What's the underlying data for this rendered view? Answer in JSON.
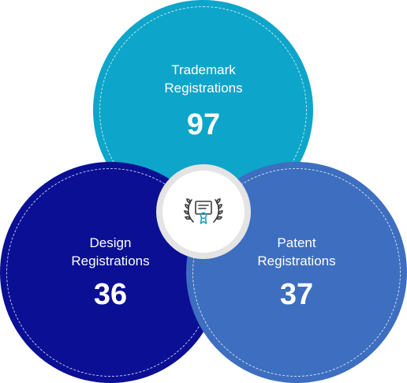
{
  "diagram": {
    "colors": {
      "trademark": "#0da5c9",
      "design": "#0a0f94",
      "patent": "#3d6ebf",
      "badge_ring": "#e4e4e4",
      "icon_stroke": "#3a3a3a",
      "icon_ribbon": "#1aa0c8"
    },
    "circles": [
      {
        "id": "trademark",
        "label_line1": "Trademark",
        "label_line2": "Registrations",
        "value": "97"
      },
      {
        "id": "design",
        "label_line1": "Design",
        "label_line2": "Registrations",
        "value": "36"
      },
      {
        "id": "patent",
        "label_line1": "Patent",
        "label_line2": "Registrations",
        "value": "37"
      }
    ],
    "center_icon": "certificate-award-icon"
  }
}
